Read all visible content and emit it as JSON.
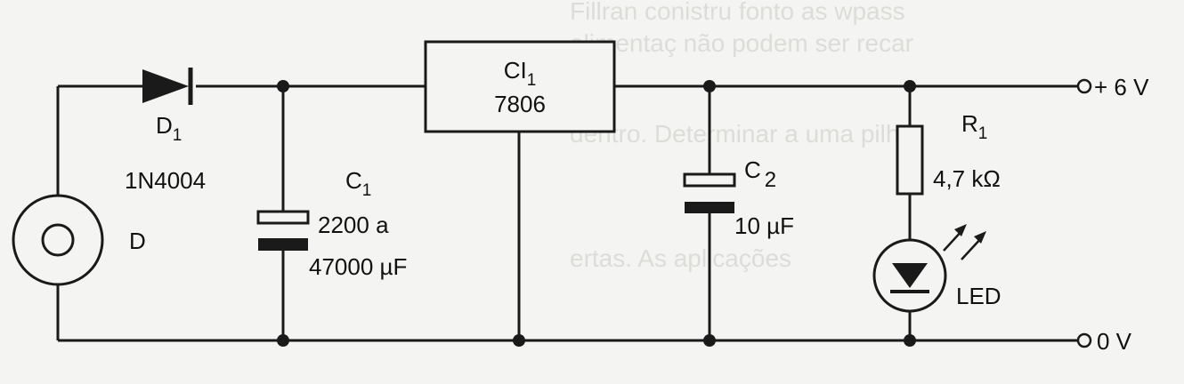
{
  "colors": {
    "ink": "#1a1a1a",
    "paper": "#f4f4f2",
    "bleed_text": "#c9c9c6"
  },
  "bleed_through": [
    "Fillran conistru fonto as wpass",
    "alimentaç não podem ser recar",
    "dentro. Determinar a uma pilha",
    "ertas. As aplicações"
  ],
  "components": {
    "source": {
      "name": "D"
    },
    "diode": {
      "name": "D",
      "sub": "1",
      "part": "1N4004"
    },
    "cap1": {
      "name": "C",
      "sub": "1",
      "value_line1": "2200 a",
      "value_line2": "47000 µF"
    },
    "regulator": {
      "name": "CI",
      "sub": "1",
      "part": "7806"
    },
    "cap2": {
      "name": "C",
      "sub": "2",
      "value": "10 µF"
    },
    "resistor": {
      "name": "R",
      "sub": "1",
      "value": "4,7 kΩ"
    },
    "led": {
      "name": "LED"
    }
  },
  "terminals": {
    "positive": "+ 6 V",
    "ground": "0 V"
  }
}
